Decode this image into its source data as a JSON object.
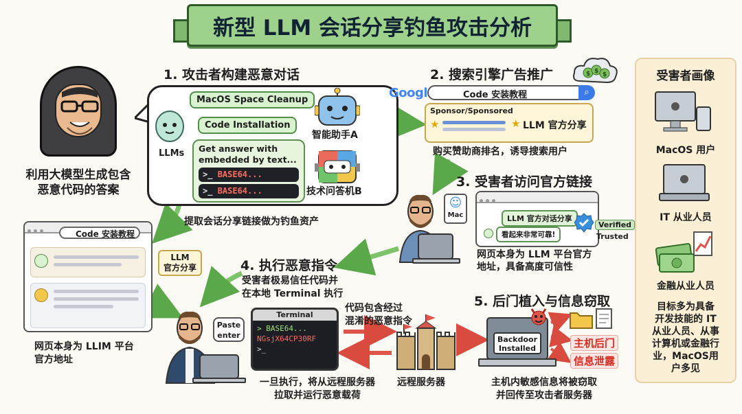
{
  "title": "新型 LLM 会话分享钓鱼攻击分析",
  "attacker": {
    "caption_line1": "利用大模型生成包含",
    "caption_line2": "恶意代码的答案"
  },
  "step1": {
    "heading": "1. 攻击者构建恶意对话",
    "chip_macos": "MacOS Space Cleanup",
    "chip_code": "Code Installation",
    "llms_label": "LLMs",
    "answer_line1": "Get answer with",
    "answer_line2": "embedded by text...",
    "code1": "BASE64...",
    "code2": "BASE64...",
    "prompt_symbol": ">_",
    "robot_a": "智能助手A",
    "robot_b": "技术问答机B",
    "extract_caption": "提取会话分享链接做为钓鱼资产"
  },
  "step2": {
    "heading": "2. 搜索引擎广告推广",
    "google": "Google",
    "search_query": "Code 安装教程",
    "sponsor": "Sponsor/Sponsored",
    "ad_title": "LLM 官方分享",
    "caption": "购买赞助商排名，诱导搜索用户"
  },
  "step3": {
    "heading": "3. 受害者访问官方链接",
    "mac_label": "Mac",
    "share_chip": "LLM 官方对话分享",
    "comment": "看起来非常可靠!",
    "verified": "Verified",
    "trusted": "Trusted",
    "caption_line1": "网页本身为 LLM 平台官方",
    "caption_line2": "地址，具备高度可信性"
  },
  "left_browser": {
    "search_query": "Code 安装教程",
    "chip_line1": "LLM",
    "chip_line2": "官方分享",
    "caption_line1": "网页本身为 LLIM 平台",
    "caption_line2": "官方地址"
  },
  "step4": {
    "heading": "4. 执行恶意指令",
    "desc_line1": "受害者极易信任代码并",
    "desc_line2": "在本地 Terminal 执行",
    "paste_line1": "Paste",
    "paste_line2": "enter",
    "terminal_title": "Terminal",
    "term_line1": "> BASE64...",
    "term_line2": "NGsjX64CP30RF",
    "term_line3": ">_",
    "obf_line1": "代码包含经过",
    "obf_line2": "混淆的恶意指令",
    "exec_line1": "一旦执行，将从远程服务器",
    "exec_line2": "拉取并运行恶意载荷",
    "server_label": "远程服务器"
  },
  "step5": {
    "heading": "5. 后门植入与信息窃取",
    "backdoor_line1": "Backdoor",
    "backdoor_line2": "Installed",
    "backdoor_tag": "主机后门",
    "leak_tag": "信息泄露",
    "caption_line1": "主机内敏感信息将被窃取",
    "caption_line2": "并回传至攻击者服务器"
  },
  "sidebar": {
    "heading": "受害者画像",
    "macos_users": "MacOS 用户",
    "it_staff": "IT 从业人员",
    "finance_staff": "金融从业人员",
    "note_lines": [
      "目标多为具备",
      "开发技能的 IT",
      "从业人员、从事",
      "计算机或金融行",
      "业，MacOS用",
      "户多见"
    ]
  },
  "colors": {
    "banner": "#9ed28c",
    "arrow_green": "#7cc36a",
    "arrow_red": "#e0554a",
    "danger_text": "#d62d20",
    "sidebar_bg": "#fbf0d6"
  }
}
